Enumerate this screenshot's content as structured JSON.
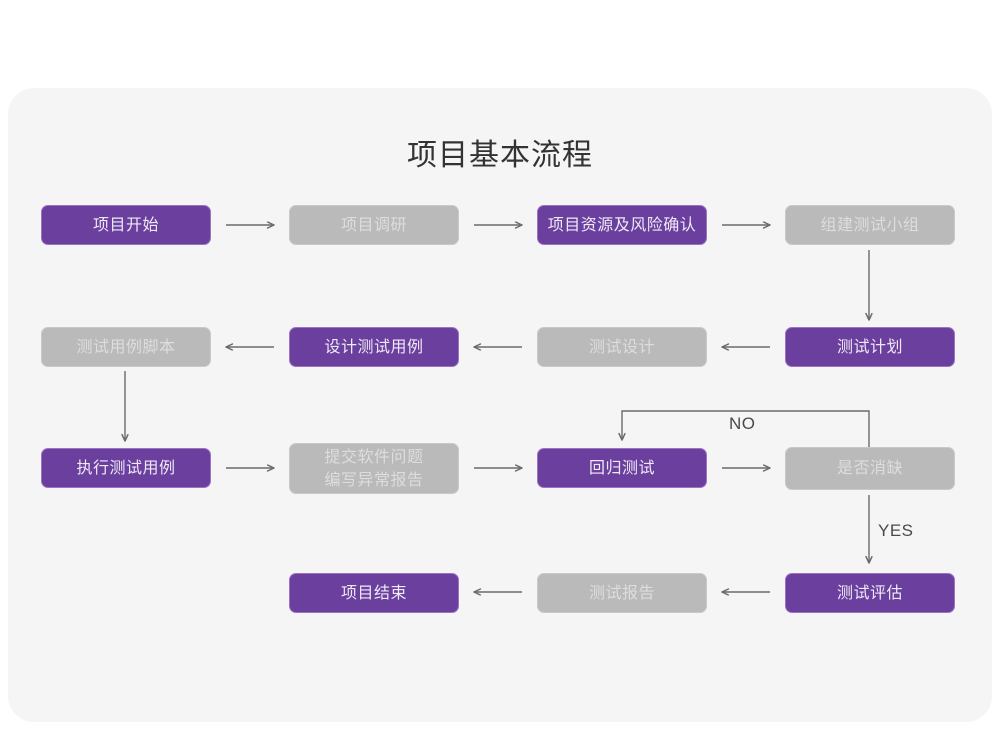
{
  "title": "项目基本流程",
  "colors": {
    "purple": "#6b3f9e",
    "purple_border": "#9b72c4",
    "gray": "#bababa",
    "gray_border": "#c9c9c9",
    "card_bg": "#f5f5f5",
    "page_bg": "#ffffff",
    "arrow": "#6b6b6b",
    "title_text": "#333333"
  },
  "nodes": [
    {
      "id": "n1",
      "label": "项目开始",
      "style": "purple",
      "row": 1,
      "col": 1
    },
    {
      "id": "n2",
      "label": "项目调研",
      "style": "gray",
      "row": 1,
      "col": 2
    },
    {
      "id": "n3",
      "label": "项目资源及风险确认",
      "style": "purple",
      "row": 1,
      "col": 3
    },
    {
      "id": "n4",
      "label": "组建测试小组",
      "style": "gray",
      "row": 1,
      "col": 4
    },
    {
      "id": "n5",
      "label": "测试用例脚本",
      "style": "gray",
      "row": 2,
      "col": 1
    },
    {
      "id": "n6",
      "label": "设计测试用例",
      "style": "purple",
      "row": 2,
      "col": 2
    },
    {
      "id": "n7",
      "label": "测试设计",
      "style": "gray",
      "row": 2,
      "col": 3
    },
    {
      "id": "n8",
      "label": "测试计划",
      "style": "purple",
      "row": 2,
      "col": 4
    },
    {
      "id": "n9",
      "label": "执行测试用例",
      "style": "purple",
      "row": 3,
      "col": 1
    },
    {
      "id": "n10",
      "label": "提交软件问题\n编写异常报告",
      "style": "gray",
      "row": 3,
      "col": 2
    },
    {
      "id": "n11",
      "label": "回归测试",
      "style": "purple",
      "row": 3,
      "col": 3
    },
    {
      "id": "n12",
      "label": "是否消缺",
      "style": "gray",
      "row": 3,
      "col": 4
    },
    {
      "id": "n13",
      "label": "项目结束",
      "style": "purple",
      "row": 4,
      "col": 2
    },
    {
      "id": "n14",
      "label": "测试报告",
      "style": "gray",
      "row": 4,
      "col": 3
    },
    {
      "id": "n15",
      "label": "测试评估",
      "style": "purple",
      "row": 4,
      "col": 4
    }
  ],
  "edge_labels": {
    "no": "NO",
    "yes": "YES"
  },
  "edges": [
    {
      "from": "n1",
      "to": "n2",
      "dir": "right"
    },
    {
      "from": "n2",
      "to": "n3",
      "dir": "right"
    },
    {
      "from": "n3",
      "to": "n4",
      "dir": "right"
    },
    {
      "from": "n4",
      "to": "n8",
      "dir": "down"
    },
    {
      "from": "n8",
      "to": "n7",
      "dir": "left"
    },
    {
      "from": "n7",
      "to": "n6",
      "dir": "left"
    },
    {
      "from": "n6",
      "to": "n5",
      "dir": "left"
    },
    {
      "from": "n5",
      "to": "n9",
      "dir": "down"
    },
    {
      "from": "n9",
      "to": "n10",
      "dir": "right"
    },
    {
      "from": "n10",
      "to": "n11",
      "dir": "right"
    },
    {
      "from": "n11",
      "to": "n12",
      "dir": "right"
    },
    {
      "from": "n12",
      "to": "n11",
      "dir": "loop-up",
      "label": "NO"
    },
    {
      "from": "n12",
      "to": "n15",
      "dir": "down",
      "label": "YES"
    },
    {
      "from": "n15",
      "to": "n14",
      "dir": "left"
    },
    {
      "from": "n14",
      "to": "n13",
      "dir": "left"
    }
  ]
}
